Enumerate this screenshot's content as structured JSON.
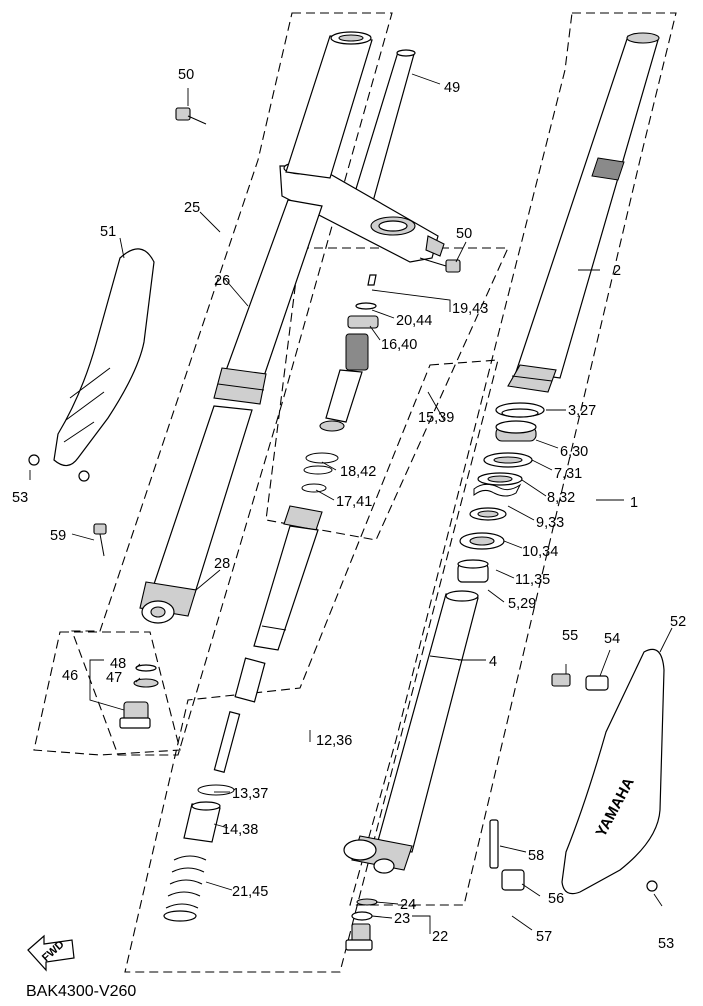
{
  "diagram": {
    "footer_code": "BAK4300-V260",
    "fwd_label": "FWD",
    "brand_text": "YAMAHA",
    "callouts": [
      {
        "id": "c1",
        "text": "1"
      },
      {
        "id": "c2",
        "text": "2"
      },
      {
        "id": "c3",
        "text": "3,27"
      },
      {
        "id": "c4",
        "text": "4"
      },
      {
        "id": "c5",
        "text": "5,29"
      },
      {
        "id": "c6",
        "text": "6,30"
      },
      {
        "id": "c7",
        "text": "7,31"
      },
      {
        "id": "c8",
        "text": "8,32"
      },
      {
        "id": "c9",
        "text": "9,33"
      },
      {
        "id": "c10",
        "text": "10,34"
      },
      {
        "id": "c11",
        "text": "11,35"
      },
      {
        "id": "c12",
        "text": "12,36"
      },
      {
        "id": "c13",
        "text": "13,37"
      },
      {
        "id": "c14",
        "text": "14,38"
      },
      {
        "id": "c15",
        "text": "15,39"
      },
      {
        "id": "c16",
        "text": "16,40"
      },
      {
        "id": "c17",
        "text": "17,41"
      },
      {
        "id": "c18",
        "text": "18,42"
      },
      {
        "id": "c19",
        "text": "19,43"
      },
      {
        "id": "c20",
        "text": "20,44"
      },
      {
        "id": "c21",
        "text": "21,45"
      },
      {
        "id": "c22",
        "text": "22"
      },
      {
        "id": "c23",
        "text": "23"
      },
      {
        "id": "c24",
        "text": "24"
      },
      {
        "id": "c25",
        "text": "25"
      },
      {
        "id": "c26",
        "text": "26"
      },
      {
        "id": "c28",
        "text": "28"
      },
      {
        "id": "c46",
        "text": "46"
      },
      {
        "id": "c47",
        "text": "47"
      },
      {
        "id": "c48",
        "text": "48"
      },
      {
        "id": "c49",
        "text": "49"
      },
      {
        "id": "c50a",
        "text": "50"
      },
      {
        "id": "c50b",
        "text": "50"
      },
      {
        "id": "c51",
        "text": "51"
      },
      {
        "id": "c52",
        "text": "52"
      },
      {
        "id": "c53a",
        "text": "53"
      },
      {
        "id": "c53b",
        "text": "53"
      },
      {
        "id": "c54",
        "text": "54"
      },
      {
        "id": "c55",
        "text": "55"
      },
      {
        "id": "c56",
        "text": "56"
      },
      {
        "id": "c57",
        "text": "57"
      },
      {
        "id": "c58",
        "text": "58"
      },
      {
        "id": "c59",
        "text": "59"
      }
    ]
  }
}
